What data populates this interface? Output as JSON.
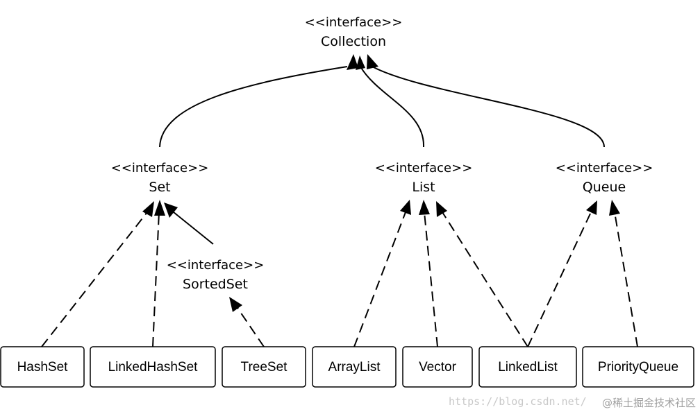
{
  "interfaces": {
    "stereotype": "<<interface>>",
    "collection": "Collection",
    "set": "Set",
    "list": "List",
    "queue": "Queue",
    "sorted_set": "SortedSet"
  },
  "classes": {
    "hashset": "HashSet",
    "linkedhashset": "LinkedHashSet",
    "treeset": "TreeSet",
    "arraylist": "ArrayList",
    "vector": "Vector",
    "linkedlist": "LinkedList",
    "priorityqueue": "PriorityQueue"
  },
  "watermark": {
    "url": "https://blog.csdn.net/",
    "site": "@稀土掘金技术社区"
  }
}
